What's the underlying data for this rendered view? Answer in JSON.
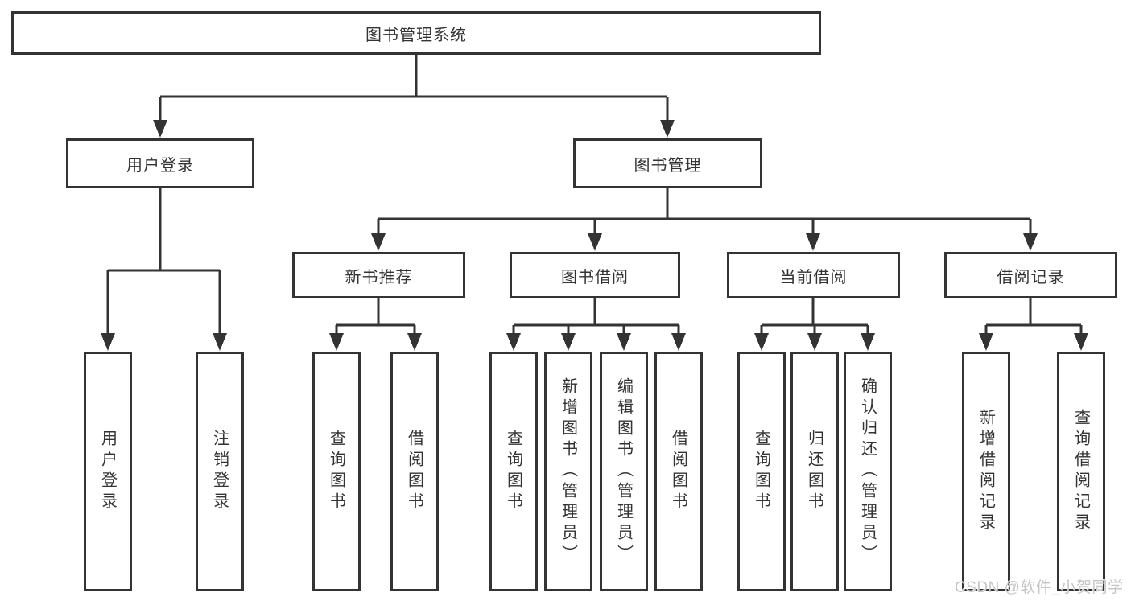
{
  "diagram_type": "functional-decomposition-tree",
  "colors": {
    "background": "#ffffff",
    "line": "#333333",
    "box_border": "#333333",
    "box_fill": "#ffffff",
    "text": "#333333",
    "watermark_text": "#c6c6c6"
  },
  "watermark": {
    "text": "CSDN @软件_小贺同学"
  },
  "tree": {
    "label": "图书管理系统",
    "children": [
      {
        "label": "用户登录",
        "children": [
          {
            "label": "用户登录"
          },
          {
            "label": "注销登录"
          }
        ]
      },
      {
        "label": "图书管理",
        "children": [
          {
            "label": "新书推荐",
            "children": [
              {
                "label": "查询图书"
              },
              {
                "label": "借阅图书"
              }
            ]
          },
          {
            "label": "图书借阅",
            "children": [
              {
                "label": "查询图书"
              },
              {
                "label": "新增图书（管理员）"
              },
              {
                "label": "编辑图书（管理员）"
              },
              {
                "label": "借阅图书"
              }
            ]
          },
          {
            "label": "当前借阅",
            "children": [
              {
                "label": "查询图书"
              },
              {
                "label": "归还图书"
              },
              {
                "label": "确认归还（管理员）"
              }
            ]
          },
          {
            "label": "借阅记录",
            "children": [
              {
                "label": "新增借阅记录"
              },
              {
                "label": "查询借阅记录"
              }
            ]
          }
        ]
      }
    ]
  }
}
